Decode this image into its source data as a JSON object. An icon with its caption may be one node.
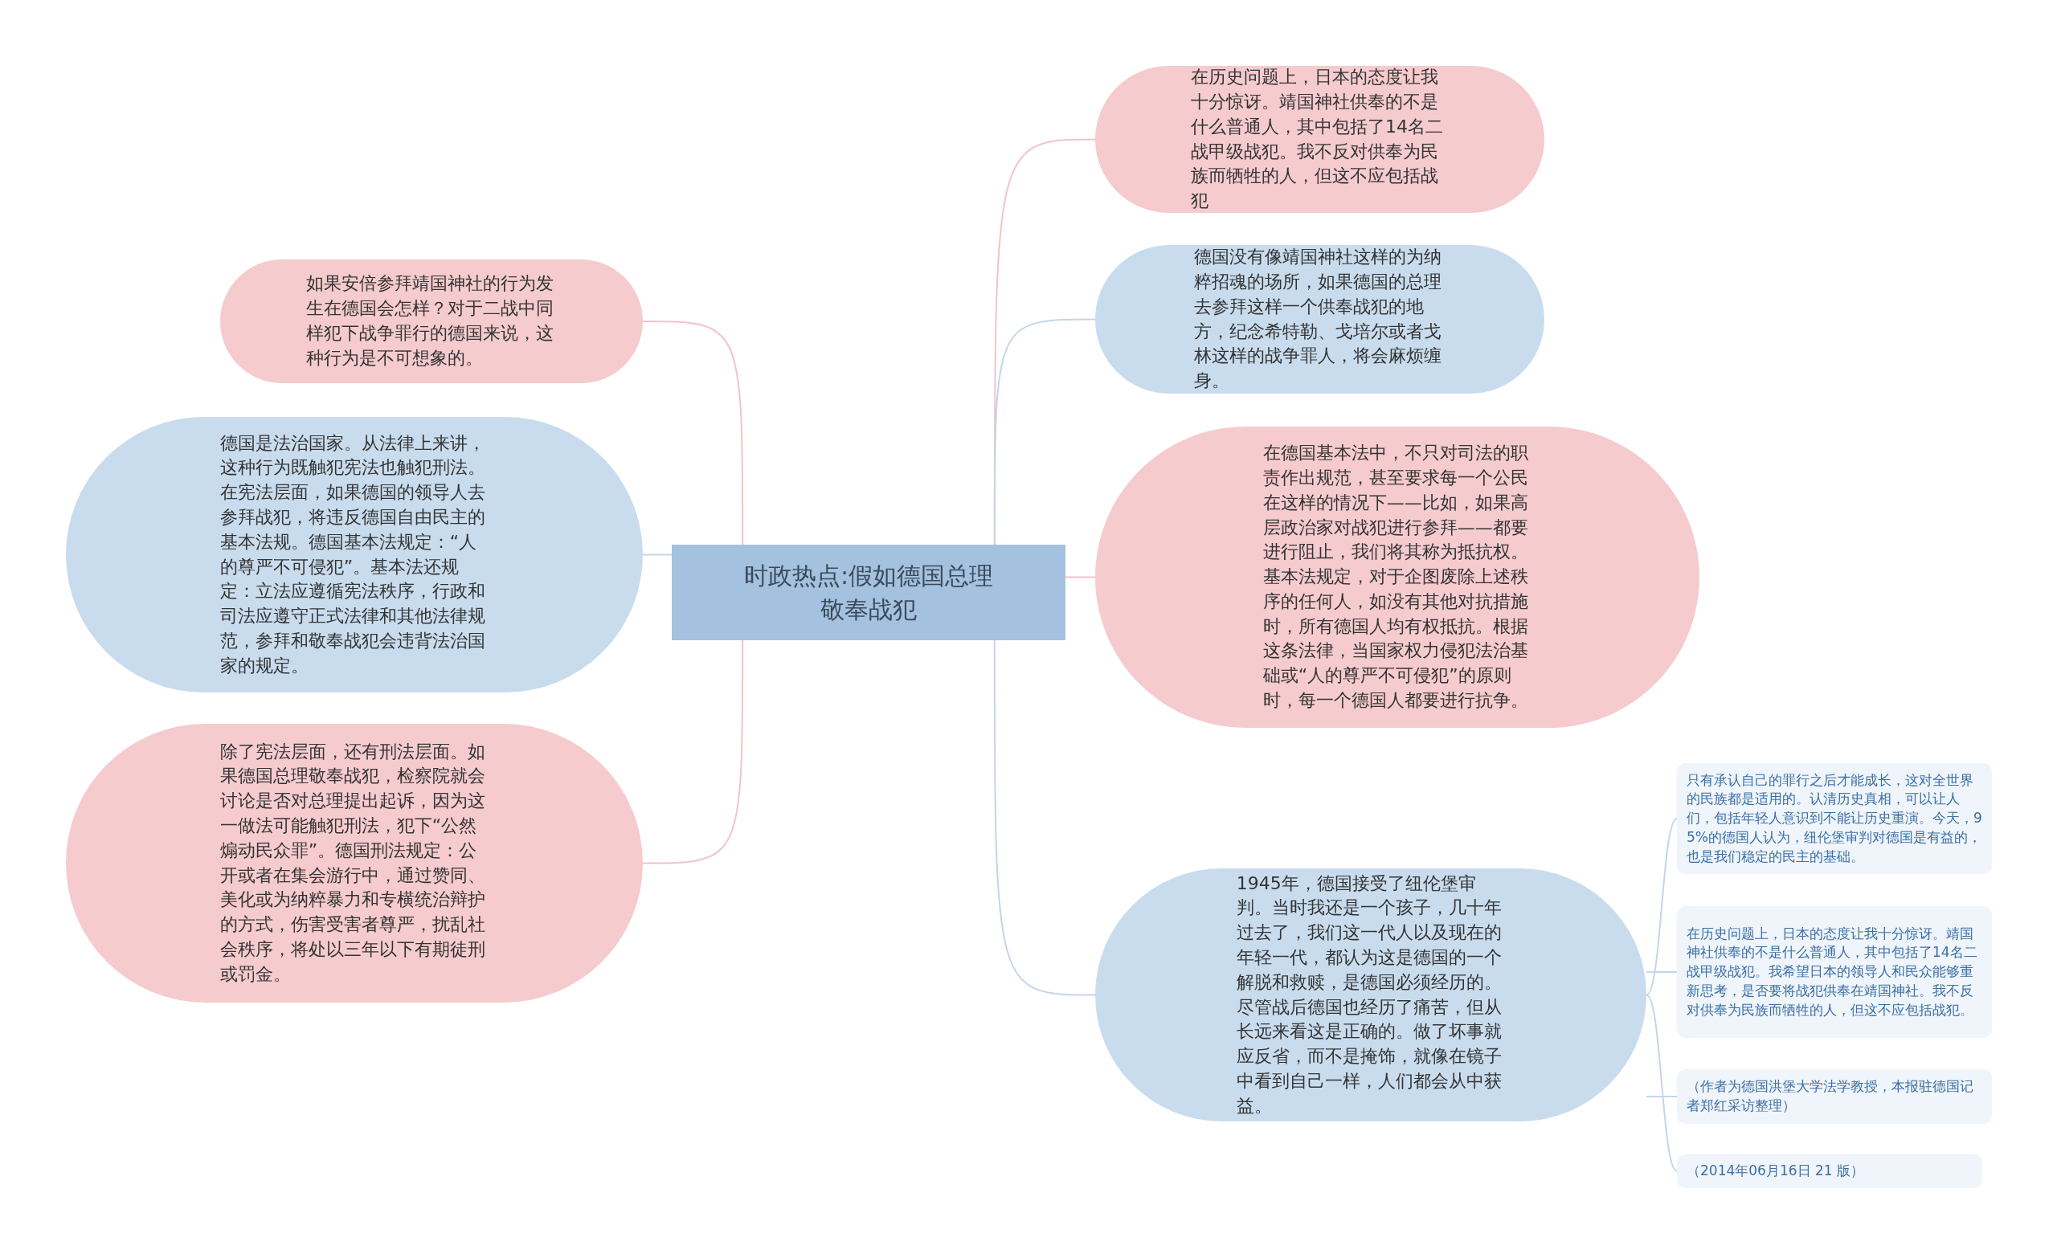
{
  "diagram": {
    "nodes": [
      {
        "text": [
          "时政热点:假如德国总理敬奉战犯"
        ]
      },
      {
        "text": [
          "如果安倍参拜靖国神社的行为发生在德国会怎样？对于二战中同样犯下战争罪行的德国来说，这种行为是不可想象的。"
        ]
      },
      {
        "text": [
          "德国是法治国家。从法律上来讲，这种行为既触犯宪法也触犯刑法。在宪法层面，如果德国的领导人去参拜战犯，将违反德国自由民主的基本法规。德国基本法规定：“人的尊严不可侵犯”。基本法还规定：立法应遵循宪法秩序，行政和司法应遵守正式法律和其他法律规范，参拜和敬奉战犯会违背法治国家的规定。"
        ]
      },
      {
        "text": [
          "除了宪法层面，还有刑法层面。如果德国总理敬奉战犯，检察院就会讨论是否对总理提出起诉，因为这一做法可能触犯刑法，犯下“公然煽动民众罪”。德国刑法规定：公开或者在集会游行中，通过赞同、美化或为纳粹暴力和专横统治辩护的方式，伤害受害者尊严，扰乱社会秩序，将处以三年以下有期徒刑或罚金。"
        ]
      },
      {
        "text": [
          "在历史问题上，日本的态度让我十分惊讶。靖国神社供奉的不是什么普通人，其中包括了14名二战甲级战犯。我不反对供奉为民族而牺牲的人，但这不应包括战犯"
        ]
      },
      {
        "text": [
          "德国没有像靖国神社这样的为纳粹招魂的场所，如果德国的总理去参拜这样一个供奉战犯的地方，纪念希特勒、戈培尔或者戈林这样的战争罪人，将会麻烦缠身。"
        ]
      },
      {
        "text": [
          "在德国基本法中，不只对司法的职责作出规范，甚至要求每一个公民在这样的情况下——比如，如果高层政治家对战犯进行参拜——都要进行阻止，我们将其称为抵抗权。基本法规定，对于企图废除上述秩序的任何人，如没有其他对抗措施时，所有德国人均有权抵抗。根据这条法律，当国家权力侵犯法治基础或“人的尊严不可侵犯”的原则时，每一个德国人都要进行抗争。"
        ]
      },
      {
        "text": [
          "1945年，德国接受了纽伦堡审判。当时我还是一个孩子，几十年过去了，我们这一代人以及现在的年轻一代，都认为这是德国的一个解脱和救赎，是德国必须经历的。尽管战后德国也经历了痛苦，但从长远来看这是正确的。做了坏事就应反省，而不是掩饰，就像在镜子中看到自己一样，人们都会从中获益。"
        ]
      },
      {
        "text": [
          "只有承认自己的罪行之后才能成长，这对全世界的民族都是适用的。认清历史真相，可以让人们，包括年轻人意识到不能让历史重演。今天，95%的德国人认为，纽伦堡审判对德国是有益的，也是我们稳定的民主的基础。"
        ]
      },
      {
        "text": [
          "在历史问题上，日本的态度让我十分惊讶。靖国神社供奉的不是什么普通人，其中包括了14名二战甲级战犯。我希望日本的领导人和民众能够重新思考，是否要将战犯供奉在靖国神社。我不反对供奉为民族而牺牲的人，但这不应包括战犯。"
        ]
      },
      {
        "text": [
          "（作者为德国洪堡大学法学教授，本报驻德国记者郑红采访整理）"
        ]
      },
      {
        "text": [
          "（2014年06月16日 21 版）"
        ]
      }
    ],
    "edges": [
      {
        "from": 0,
        "to": 1,
        "arrow": "none",
        "color": "#f2c4c7"
      },
      {
        "from": 0,
        "to": 2,
        "arrow": "none"
      },
      {
        "from": 0,
        "to": 3,
        "arrow": "none",
        "color": "#f2c4c7"
      },
      {
        "from": 0,
        "to": 4,
        "arrow": "none",
        "color": "#f2c4c7"
      },
      {
        "from": 0,
        "to": 5,
        "arrow": "none"
      },
      {
        "from": 0,
        "to": 6,
        "arrow": "none",
        "color": "#f2c4c7"
      },
      {
        "from": 0,
        "to": 7,
        "arrow": "none"
      },
      {
        "from": 7,
        "to": 8,
        "arrow": "none"
      },
      {
        "from": 7,
        "to": 9,
        "arrow": "none"
      },
      {
        "from": 7,
        "to": 10,
        "arrow": "none"
      },
      {
        "from": 7,
        "to": 11,
        "arrow": "none"
      }
    ]
  }
}
